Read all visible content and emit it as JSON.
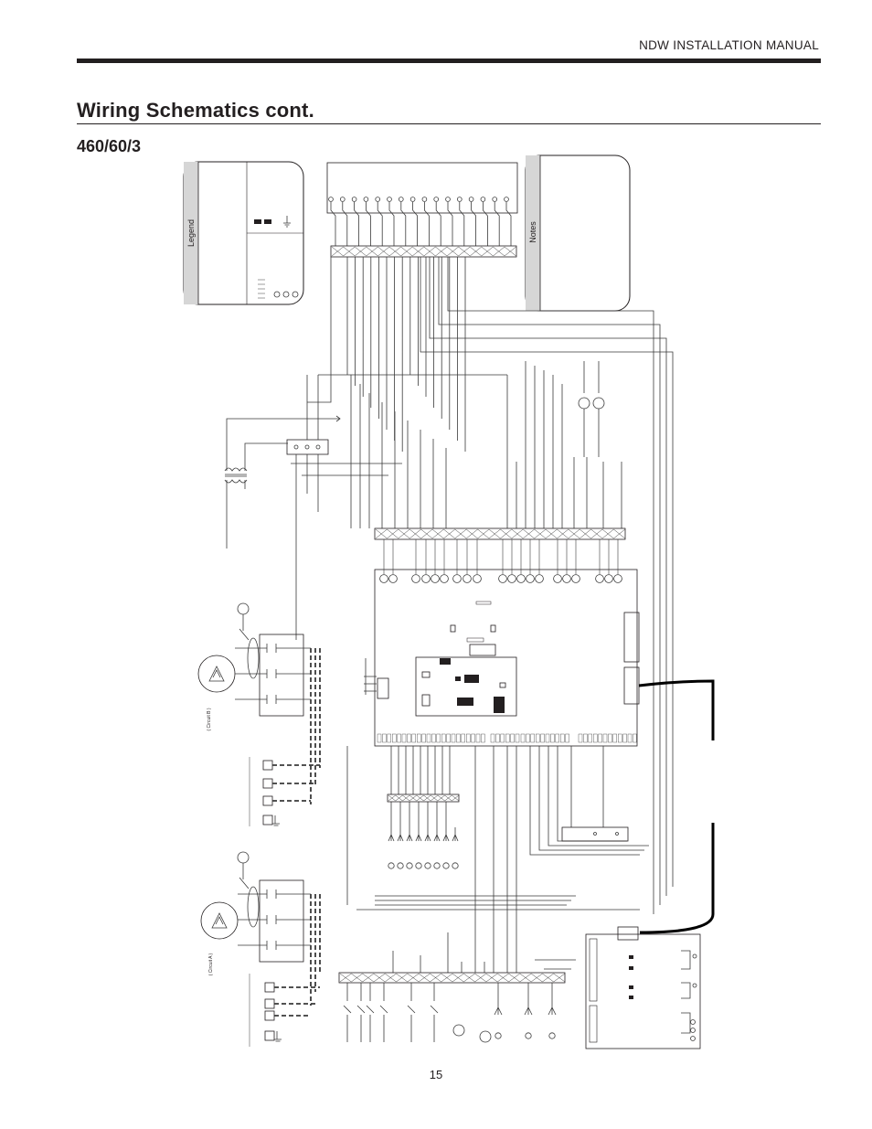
{
  "header": {
    "manual_title": "NDW INSTALLATION MANUAL"
  },
  "page": {
    "title": "Wiring Schematics cont.",
    "subtitle": "460/60/3",
    "number": "15"
  },
  "schematic": {
    "legend_label": "Legend",
    "notes_label": "Notes",
    "circuit_b_label": "( Circuit B )",
    "circuit_a_label": "( Circuit A )"
  },
  "colors": {
    "ink": "#231f20",
    "wire": "#3a3a3a",
    "faint": "#8a8a8a"
  }
}
